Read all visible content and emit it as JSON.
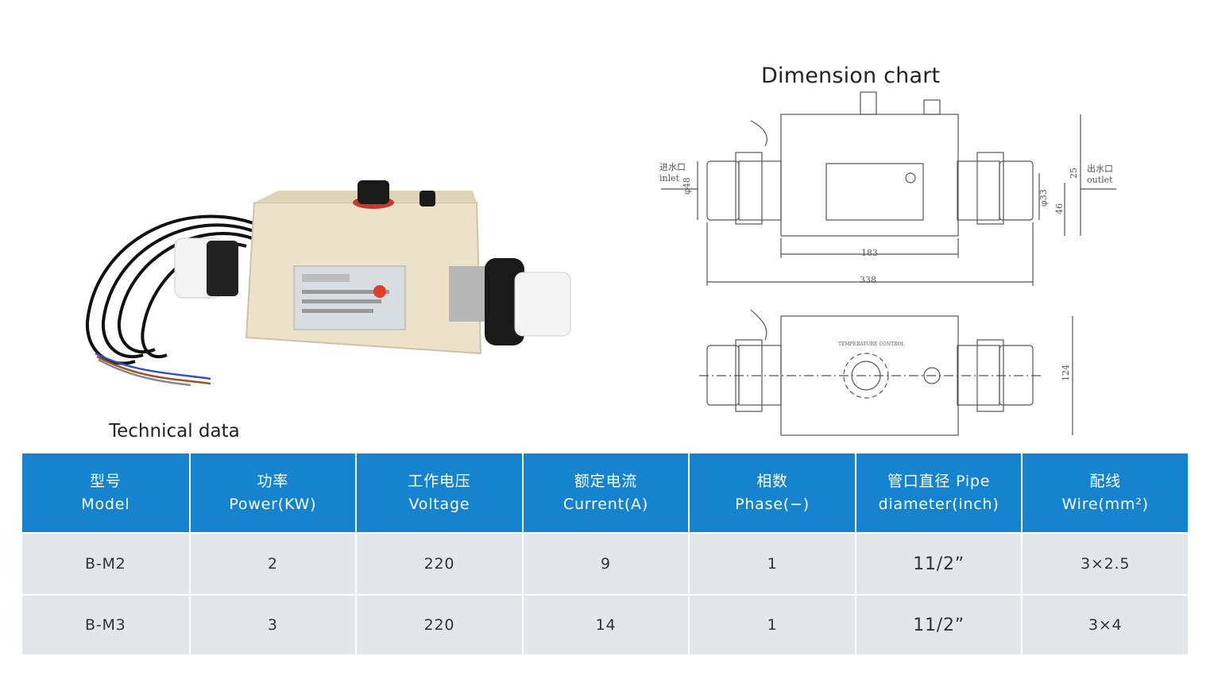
{
  "dimension_chart": {
    "title": "Dimension chart",
    "inlet_label_cn": "进水口",
    "inlet_label_en": "inlet",
    "outlet_label_cn": "出水口",
    "outlet_label_en": "outlet",
    "dim_183": "183",
    "dim_338": "338",
    "dim_phi48": "φ48",
    "dim_phi33": "φ33",
    "dim_25": "25",
    "dim_46": "46",
    "dim_124": "124",
    "panel_label": "TEMPERATURE CONTROL"
  },
  "technical_data": {
    "title": "Technical data",
    "headers": [
      {
        "cn": "型号",
        "en": "Model"
      },
      {
        "cn": "功率",
        "en": "Power(KW)"
      },
      {
        "cn": "工作电压",
        "en": "Voltage"
      },
      {
        "cn": "额定电流",
        "en": "Current(A)"
      },
      {
        "cn": "相数",
        "en": "Phase(−)"
      },
      {
        "cn": "管口直径 Pipe",
        "en": "diameter(inch)"
      },
      {
        "cn": "配线",
        "en": "Wire(mm²)"
      }
    ],
    "rows": [
      [
        "B-M2",
        "2",
        "220",
        "9",
        "1",
        "11/2ˮ",
        "3×2.5"
      ],
      [
        "B-M3",
        "3",
        "220",
        "14",
        "1",
        "11/2ˮ",
        "3×4"
      ]
    ]
  },
  "colors": {
    "header_blue": "#1683cf",
    "row_gray": "#e4e7ea",
    "heater_body": "#ece1c9"
  }
}
